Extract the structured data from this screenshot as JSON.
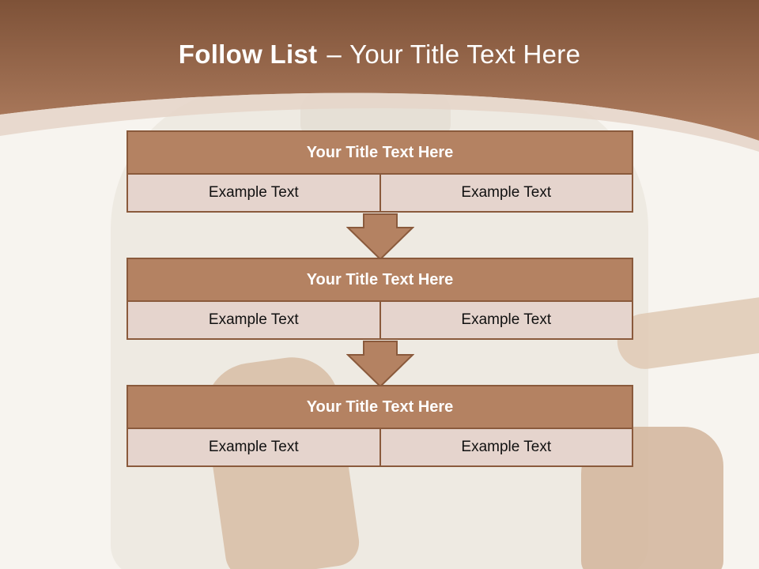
{
  "header": {
    "title_bold": "Follow List",
    "separator": "–",
    "title_rest": "Your Title Text Here"
  },
  "blocks": [
    {
      "title": "Your Title Text Here",
      "cells": [
        "Example Text",
        "Example Text"
      ]
    },
    {
      "title": "Your Title Text Here",
      "cells": [
        "Example Text",
        "Example Text"
      ]
    },
    {
      "title": "Your Title Text Here",
      "cells": [
        "Example Text",
        "Example Text"
      ]
    }
  ],
  "colors": {
    "header_band": "#9a6a4c",
    "block_title_fill": "#b48262",
    "block_border": "#8a5a3c",
    "cell_fill": "#e5d4cd",
    "arrow_fill": "#b48262"
  },
  "icons": [
    "down-arrow-icon",
    "down-arrow-icon"
  ]
}
